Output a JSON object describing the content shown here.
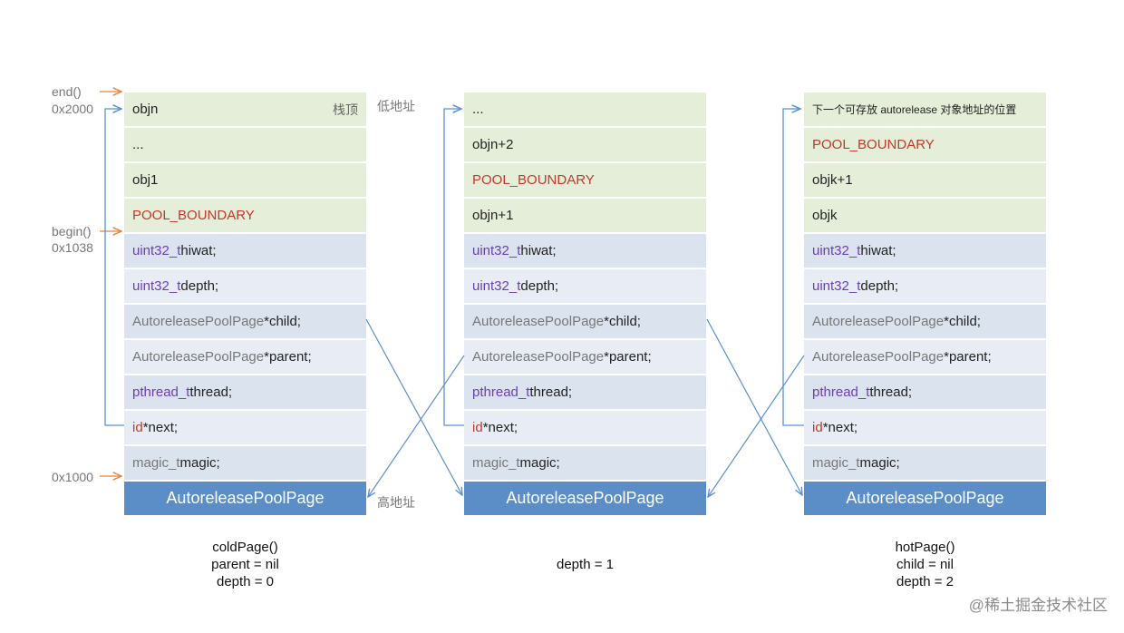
{
  "side_labels": {
    "end": "end()",
    "addr_top": "0x2000",
    "begin": "begin()",
    "addr_begin": "0x1038",
    "addr_bottom": "0x1000",
    "low_addr": "低地址",
    "high_addr": "高地址",
    "stack_top": "栈顶"
  },
  "pages": [
    {
      "objects": [
        {
          "text": "objn"
        },
        {
          "text": "..."
        },
        {
          "text": "obj1"
        },
        {
          "text": "POOL_BOUNDARY"
        }
      ],
      "caption": [
        "coldPage()",
        "parent = nil",
        "depth = 0"
      ]
    },
    {
      "objects": [
        {
          "text": "..."
        },
        {
          "text": "objn+2"
        },
        {
          "text": "POOL_BOUNDARY"
        },
        {
          "text": "objn+1"
        }
      ],
      "caption": [
        "depth = 1"
      ]
    },
    {
      "objects": [
        {
          "text": "下一个可存放 autorelease 对象地址的位置"
        },
        {
          "text": "POOL_BOUNDARY"
        },
        {
          "text": "objk+1"
        },
        {
          "text": "objk"
        }
      ],
      "caption": [
        "hotPage()",
        "child = nil",
        "depth = 2"
      ]
    }
  ],
  "fields": [
    {
      "type": "uint32_t",
      "rest": " hiwat;"
    },
    {
      "type": "uint32_t",
      "rest": " depth;"
    },
    {
      "type": "AutoreleasePoolPage",
      "rest": " *child;"
    },
    {
      "type": "AutoreleasePoolPage",
      "rest": " *parent;"
    },
    {
      "type": "pthread_t",
      "rest": " thread;"
    },
    {
      "type": "id",
      "rest": " *next;"
    },
    {
      "type": "magic_t",
      "rest": " magic;"
    }
  ],
  "page_title": "AutoreleasePoolPage",
  "watermark": "@稀土掘金技术社区",
  "colors": {
    "object_bg": "#e5eed8",
    "field_bg": "#dbe3ef",
    "header_bg": "#5b8ec7",
    "pool_boundary": "#c0392b",
    "type_purple": "#6a3fb0",
    "arrow_blue": "#5a8fd0",
    "arrow_orange": "#e8853a"
  }
}
